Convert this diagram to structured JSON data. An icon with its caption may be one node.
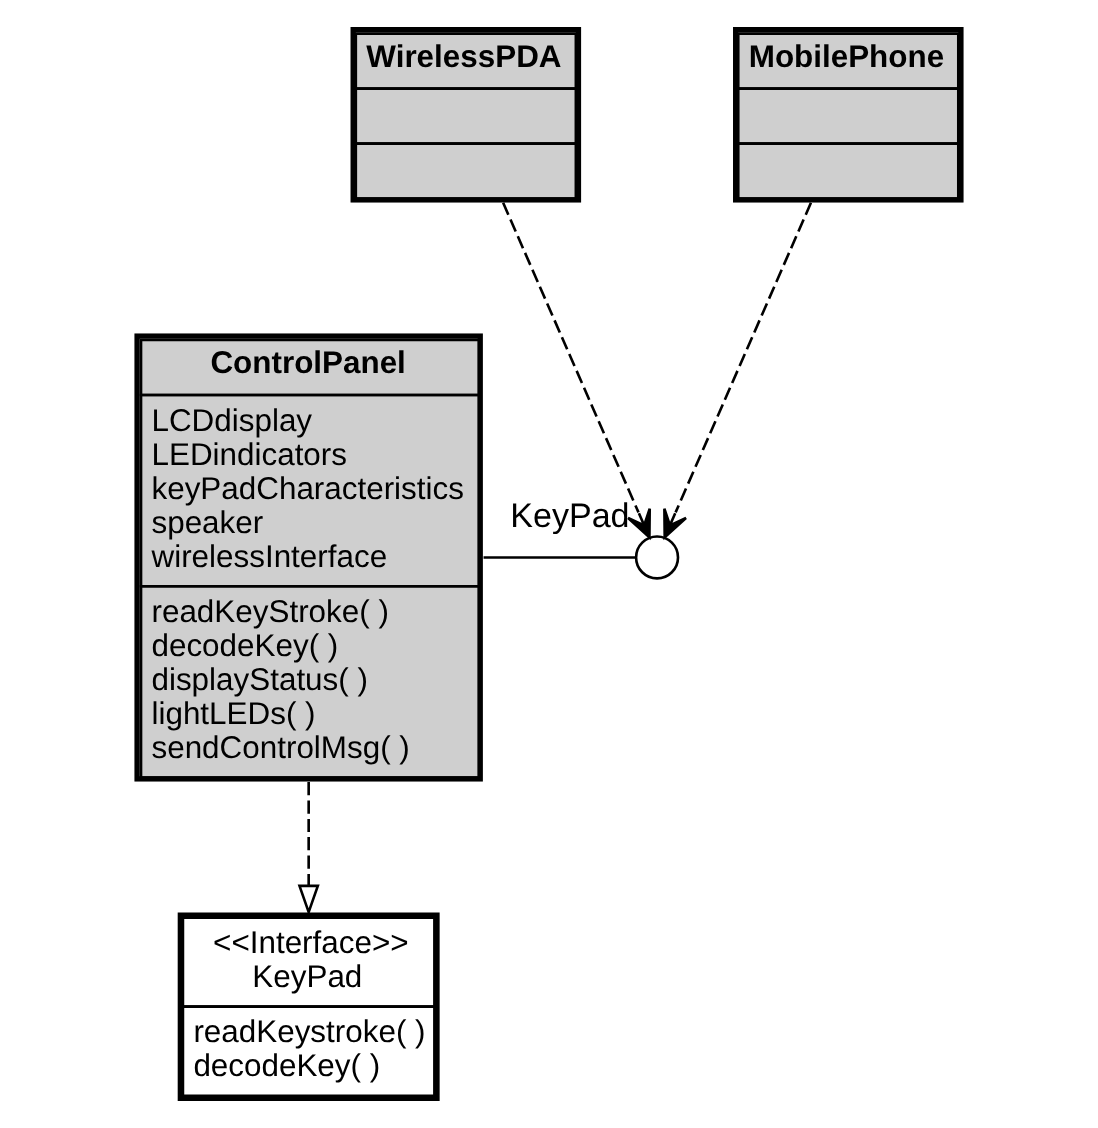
{
  "diagram": {
    "nodes": [
      {
        "text": [
          "WirelessPDA"
        ]
      },
      {
        "text": [
          "MobilePhone"
        ]
      },
      {
        "text": [
          "ControlPanel",
          "LCDdisplay",
          "LEDindicators",
          "keyPadCharacteristics",
          "speaker",
          "wirelessInterface",
          "readKeyStroke( )",
          "decodeKey( )",
          "displayStatus( )",
          "lightLEDs( )",
          "sendControlMsg( )"
        ]
      },
      {
        "text": [],
        "shape": "circle",
        "beside": [
          "KeyPad"
        ]
      },
      {
        "text": [
          "<<Interface>>",
          "KeyPad",
          "readKeystroke( )",
          "decodeKey( )"
        ]
      }
    ],
    "edges": [
      {
        "from": 0,
        "to": 3,
        "arrow": "to",
        "style": "dashed"
      },
      {
        "from": 1,
        "to": 3,
        "arrow": "to",
        "style": "dashed"
      },
      {
        "from": 2,
        "to": 3,
        "arrow": "none"
      },
      {
        "from": 2,
        "to": 4,
        "arrow": "to",
        "style": "dashed"
      }
    ]
  }
}
